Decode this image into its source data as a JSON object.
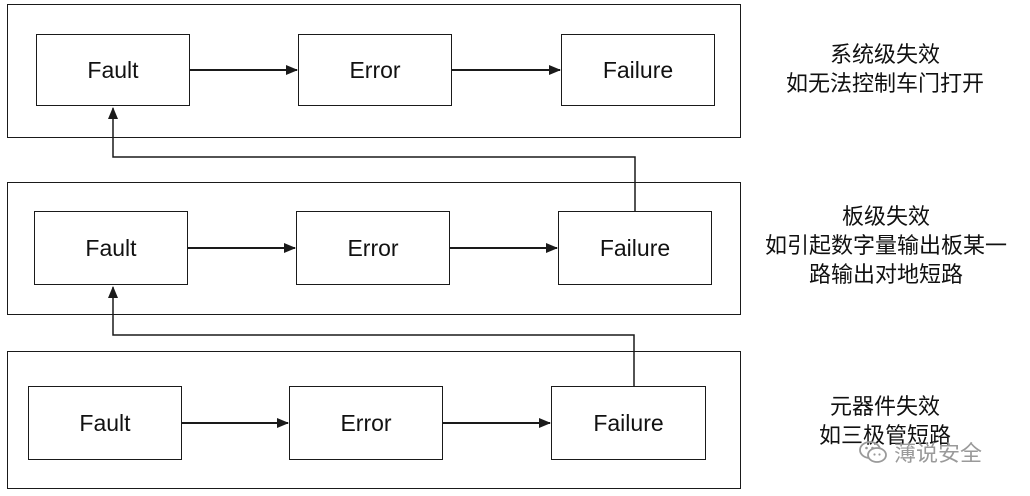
{
  "levels": [
    {
      "nodes": {
        "fault": "Fault",
        "error": "Error",
        "failure": "Failure"
      },
      "desc": [
        "系统级失效",
        "如无法控制车门打开"
      ]
    },
    {
      "nodes": {
        "fault": "Fault",
        "error": "Error",
        "failure": "Failure"
      },
      "desc": [
        "板级失效",
        "如引起数字量输出板某一",
        "路输出对地短路"
      ]
    },
    {
      "nodes": {
        "fault": "Fault",
        "error": "Error",
        "failure": "Failure"
      },
      "desc": [
        "元器件失效",
        "如三极管短路"
      ]
    }
  ],
  "watermark": {
    "icon": "wechat-icon",
    "text": "薄说安全"
  },
  "colors": {
    "line": "#1a1a1a",
    "watermark": "#9a9a9a"
  }
}
